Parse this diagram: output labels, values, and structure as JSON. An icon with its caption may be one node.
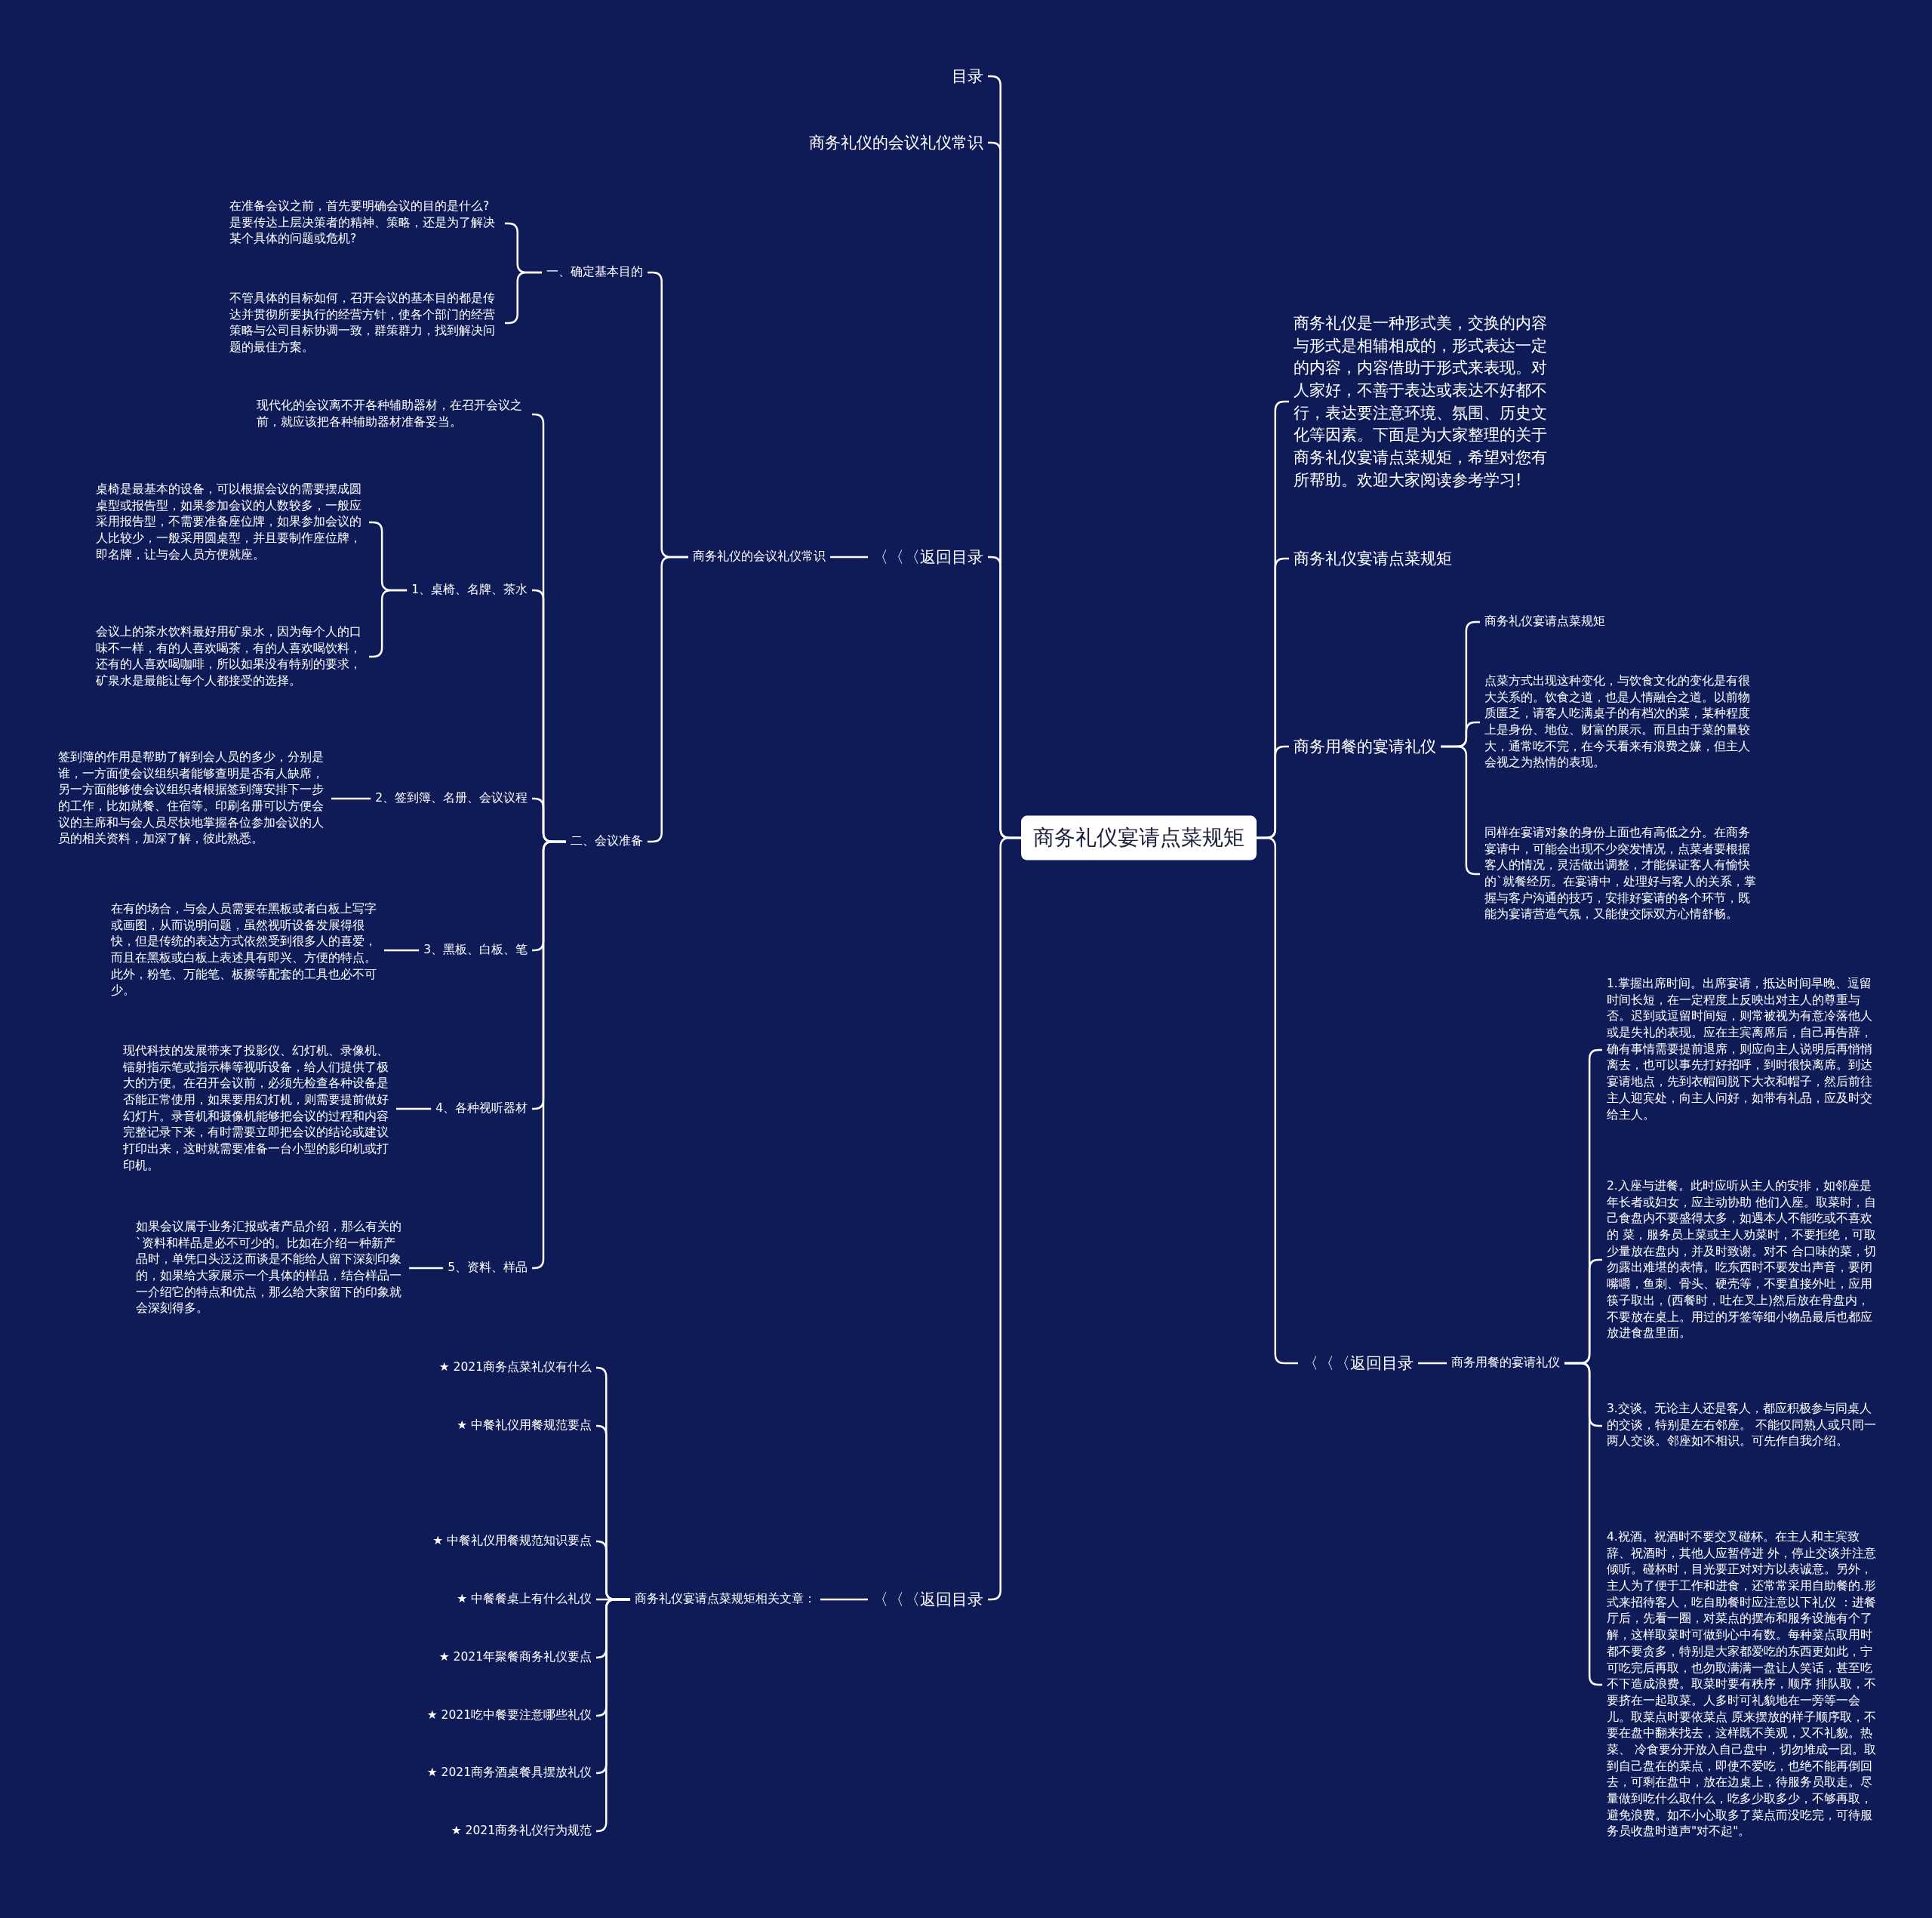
{
  "diagram": {
    "nodes": [
      {
        "text": [
          "商务礼仪宴请点菜规矩"
        ]
      },
      {
        "text": [
          "目录"
        ]
      },
      {
        "text": [
          "商务礼仪的会议礼仪常识"
        ]
      },
      {
        "text": [
          "〈〈〈返回目录"
        ]
      },
      {
        "text": [
          "商务礼仪的会议礼仪常识"
        ]
      },
      {
        "text": [
          "一、确定基本目的"
        ]
      },
      {
        "text": [
          "在准备会议之前，首先要明确会议的目的是什么?是要传达上层决策者的精神、策略，还是为了解决某个具体的问题或危机?"
        ]
      },
      {
        "text": [
          "不管具体的目标如何，召开会议的基本目的都是传达并贯彻所要执行的经营方针，使各个部门的经营策略与公司目标协调一致，群策群力，找到解决问题的最佳方案。"
        ]
      },
      {
        "text": [
          "二、会议准备"
        ]
      },
      {
        "text": [
          "现代化的会议离不开各种辅助器材，在召开会议之前，就应该把各种辅助器材准备妥当。"
        ]
      },
      {
        "text": [
          "1、桌椅、名牌、茶水"
        ]
      },
      {
        "text": [
          "桌椅是最基本的设备，可以根据会议的需要摆成圆桌型或报告型，如果参加会议的人数较多，一般应采用报告型，不需要准备座位牌，如果参加会议的人比较少，一般采用圆桌型，并且要制作座位牌，即名牌，让与会人员方便就座。"
        ]
      },
      {
        "text": [
          "会议上的茶水饮料最好用矿泉水，因为每个人的口味不一样，有的人喜欢喝茶，有的人喜欢喝饮料，还有的人喜欢喝咖啡，所以如果没有特别的要求，矿泉水是最能让每个人都接受的选择。"
        ]
      },
      {
        "text": [
          "2、签到簿、名册、会议议程"
        ]
      },
      {
        "text": [
          "签到簿的作用是帮助了解到会人员的多少，分别是谁，一方面使会议组织者能够查明是否有人缺席，另一方面能够使会议组织者根据签到簿安排下一步的工作，比如就餐、住宿等。印刷名册可以方便会议的主席和与会人员尽快地掌握各位参加会议的人员的相关资料，加深了解，彼此熟悉。"
        ]
      },
      {
        "text": [
          "3、黑板、白板、笔"
        ]
      },
      {
        "text": [
          "在有的场合，与会人员需要在黑板或者白板上写字或画图，从而说明问题，虽然视听设备发展得很快，但是传统的表达方式依然受到很多人的喜爱，而且在黑板或白板上表述具有即兴、方便的特点。此外，粉笔、万能笔、板擦等配套的工具也必不可少。"
        ]
      },
      {
        "text": [
          "4、各种视听器材"
        ]
      },
      {
        "text": [
          "现代科技的发展带来了投影仪、幻灯机、录像机、镭射指示笔或指示棒等视听设备，给人们提供了极大的方便。在召开会议前，必须先检查各种设备是否能正常使用，如果要用幻灯机，则需要提前做好幻灯片。录音机和摄像机能够把会议的过程和内容完整记录下来，有时需要立即把会议的结论或建议打印出来，这时就需要准备一台小型的影印机或打印机。"
        ]
      },
      {
        "text": [
          "5、资料、样品"
        ]
      },
      {
        "text": [
          "如果会议属于业务汇报或者产品介绍，那么有关的`资料和样品是必不可少的。比如在介绍一种新产品时，单凭口头泛泛而谈是不能给人留下深刻印象的，如果给大家展示一个具体的样品，结合样品一一介绍它的特点和优点，那么给大家留下的印象就会深刻得多。"
        ]
      },
      {
        "text": [
          "〈〈〈返回目录"
        ]
      },
      {
        "text": [
          "商务礼仪宴请点菜规矩相关文章："
        ]
      },
      {
        "text": [
          "★ 2021商务点菜礼仪有什么"
        ]
      },
      {
        "text": [
          "★ 中餐礼仪用餐规范要点"
        ]
      },
      {
        "text": [
          "★ 中餐礼仪用餐规范知识要点"
        ]
      },
      {
        "text": [
          "★ 中餐餐桌上有什么礼仪"
        ]
      },
      {
        "text": [
          "★ 2021年聚餐商务礼仪要点"
        ]
      },
      {
        "text": [
          "★ 2021吃中餐要注意哪些礼仪"
        ]
      },
      {
        "text": [
          "★ 2021商务酒桌餐具摆放礼仪"
        ]
      },
      {
        "text": [
          "★ 2021商务礼仪行为规范"
        ]
      },
      {
        "text": [
          "商务礼仪是一种形式美，交换的内容与形式是相辅相成的，形式表达一定的内容，内容借助于形式来表现。对人家好，不善于表达或表达不好都不行，表达要注意环境、氛围、历史文化等因素。下面是为大家整理的关于商务礼仪宴请点菜规矩，希望对您有所帮助。欢迎大家阅读参考学习!"
        ]
      },
      {
        "text": [
          "商务礼仪宴请点菜规矩"
        ]
      },
      {
        "text": [
          "商务用餐的宴请礼仪"
        ]
      },
      {
        "text": [
          "商务礼仪宴请点菜规矩"
        ]
      },
      {
        "text": [
          "点菜方式出现这种变化，与饮食文化的变化是有很大关系的。饮食之道，也是人情融合之道。以前物质匮乏，请客人吃满桌子的有档次的菜，某种程度上是身份、地位、财富的展示。而且由于菜的量较大，通常吃不完，在今天看来有浪费之嫌，但主人会视之为热情的表现。"
        ]
      },
      {
        "text": [
          "同样在宴请对象的身份上面也有高低之分。在商务宴请中，可能会出现不少突发情况，点菜者要根据客人的情况，灵活做出调整，才能保证客人有愉快的`就餐经历。在宴请中，处理好与客人的关系，掌握与客户沟通的技巧，安排好宴请的各个环节，既能为宴请营造气氛，又能使交际双方心情舒畅。"
        ]
      },
      {
        "text": [
          "〈〈〈返回目录"
        ]
      },
      {
        "text": [
          "商务用餐的宴请礼仪"
        ]
      },
      {
        "text": [
          "1.掌握出席时间。出席宴请，抵达时间早晚、逗留时间长短，在一定程度上反映出对主人的尊重与否。迟到或逗留时间短，则常被视为有意冷落他人或是失礼的表现。应在主宾离席后，自己再告辞，确有事情需要提前退席，则应向主人说明后再悄悄离去，也可以事先打好招呼，到时很快离席。到达宴请地点，先到衣帽间脱下大衣和帽子，然后前往主人迎宾处，向主人问好，如带有礼品，应及时交给主人。"
        ]
      },
      {
        "text": [
          "2.入座与进餐。此时应听从主人的安排，如邻座是年长者或妇女，应主动协助 他们入座。取菜时，自己食盘内不要盛得太多，如遇本人不能吃或不喜欢的 菜，服务员上菜或主人劝菜时，不要拒绝，可取少量放在盘内，并及时致谢。对不 合口味的菜，切勿露出难堪的表情。吃东西时不要发出声音，要闭嘴嚼，鱼刺、骨头、硬壳等，不要直接外吐，应用筷子取出，(西餐时，吐在叉上)然后放在骨盘内，不要放在桌上。用过的牙签等细小物品最后也都应放进食盘里面。"
        ]
      },
      {
        "text": [
          "3.交谈。无论主人还是客人，都应积极参与同桌人的交谈，特别是左右邻座。 不能仅同熟人或只同一两人交谈。邻座如不相识。可先作自我介绍。"
        ]
      },
      {
        "text": [
          "4.祝酒。祝酒时不要交叉碰杯。在主人和主宾致辞、祝酒时，其他人应暂停进 外，停止交谈并注意倾听。碰杯时，目光要正对对方以表诚意。另外，主人为了便于工作和进食，还常常采用自助餐的.形式来招待客人，吃自助餐时应注意以下礼仪 ：进餐厅后，先看一圈，对菜点的摆布和服务设施有个了解，这样取菜时可做到心中有数。每种菜点取用时都不要贪多，特别是大家都爱吃的东西更如此，宁可吃完后再取，也勿取满满一盘让人笑话，甚至吃不下造成浪费。取菜时要有秩序，顺序 排队取，不要挤在一起取菜。人多时可礼貌地在一旁等一会儿。取菜点时要依菜点 原来摆放的样子顺序取，不要在盘中翻来找去，这样既不美观，又不礼貌。热菜、 冷食要分开放入自己盘中，切勿堆成一团。取到自己盘在的菜点，即使不爱吃，也绝不能再倒回去，可剩在盘中，放在边桌上，待服务员取走。尽量做到吃什么取什么，吃多少取多少，不够再取，避免浪费。如不小心取多了菜点而没吃完，可待服务员收盘时道声\"对不起\"。"
        ]
      }
    ],
    "edges": [
      {
        "from": 0,
        "to": 1,
        "arrow": "none"
      },
      {
        "from": 0,
        "to": 2,
        "arrow": "none"
      },
      {
        "from": 0,
        "to": 3,
        "arrow": "none"
      },
      {
        "from": 3,
        "to": 4,
        "arrow": "none"
      },
      {
        "from": 4,
        "to": 5,
        "arrow": "none"
      },
      {
        "from": 5,
        "to": 6,
        "arrow": "none"
      },
      {
        "from": 5,
        "to": 7,
        "arrow": "none"
      },
      {
        "from": 4,
        "to": 8,
        "arrow": "none"
      },
      {
        "from": 8,
        "to": 9,
        "arrow": "none"
      },
      {
        "from": 8,
        "to": 10,
        "arrow": "none"
      },
      {
        "from": 10,
        "to": 11,
        "arrow": "none"
      },
      {
        "from": 10,
        "to": 12,
        "arrow": "none"
      },
      {
        "from": 8,
        "to": 13,
        "arrow": "none"
      },
      {
        "from": 13,
        "to": 14,
        "arrow": "none"
      },
      {
        "from": 8,
        "to": 15,
        "arrow": "none"
      },
      {
        "from": 15,
        "to": 16,
        "arrow": "none"
      },
      {
        "from": 8,
        "to": 17,
        "arrow": "none"
      },
      {
        "from": 17,
        "to": 18,
        "arrow": "none"
      },
      {
        "from": 8,
        "to": 19,
        "arrow": "none"
      },
      {
        "from": 19,
        "to": 20,
        "arrow": "none"
      },
      {
        "from": 0,
        "to": 21,
        "arrow": "none"
      },
      {
        "from": 21,
        "to": 22,
        "arrow": "none"
      },
      {
        "from": 22,
        "to": 23,
        "arrow": "none"
      },
      {
        "from": 22,
        "to": 24,
        "arrow": "none"
      },
      {
        "from": 22,
        "to": 25,
        "arrow": "none"
      },
      {
        "from": 22,
        "to": 26,
        "arrow": "none"
      },
      {
        "from": 22,
        "to": 27,
        "arrow": "none"
      },
      {
        "from": 22,
        "to": 28,
        "arrow": "none"
      },
      {
        "from": 22,
        "to": 29,
        "arrow": "none"
      },
      {
        "from": 22,
        "to": 30,
        "arrow": "none"
      },
      {
        "from": 0,
        "to": 31,
        "arrow": "none"
      },
      {
        "from": 0,
        "to": 32,
        "arrow": "none"
      },
      {
        "from": 0,
        "to": 33,
        "arrow": "none"
      },
      {
        "from": 33,
        "to": 34,
        "arrow": "none"
      },
      {
        "from": 33,
        "to": 35,
        "arrow": "none"
      },
      {
        "from": 33,
        "to": 36,
        "arrow": "none"
      },
      {
        "from": 0,
        "to": 37,
        "arrow": "none"
      },
      {
        "from": 37,
        "to": 38,
        "arrow": "none"
      },
      {
        "from": 38,
        "to": 39,
        "arrow": "none"
      },
      {
        "from": 38,
        "to": 40,
        "arrow": "none"
      },
      {
        "from": 38,
        "to": 41,
        "arrow": "none"
      },
      {
        "from": 38,
        "to": 42,
        "arrow": "none"
      }
    ]
  }
}
